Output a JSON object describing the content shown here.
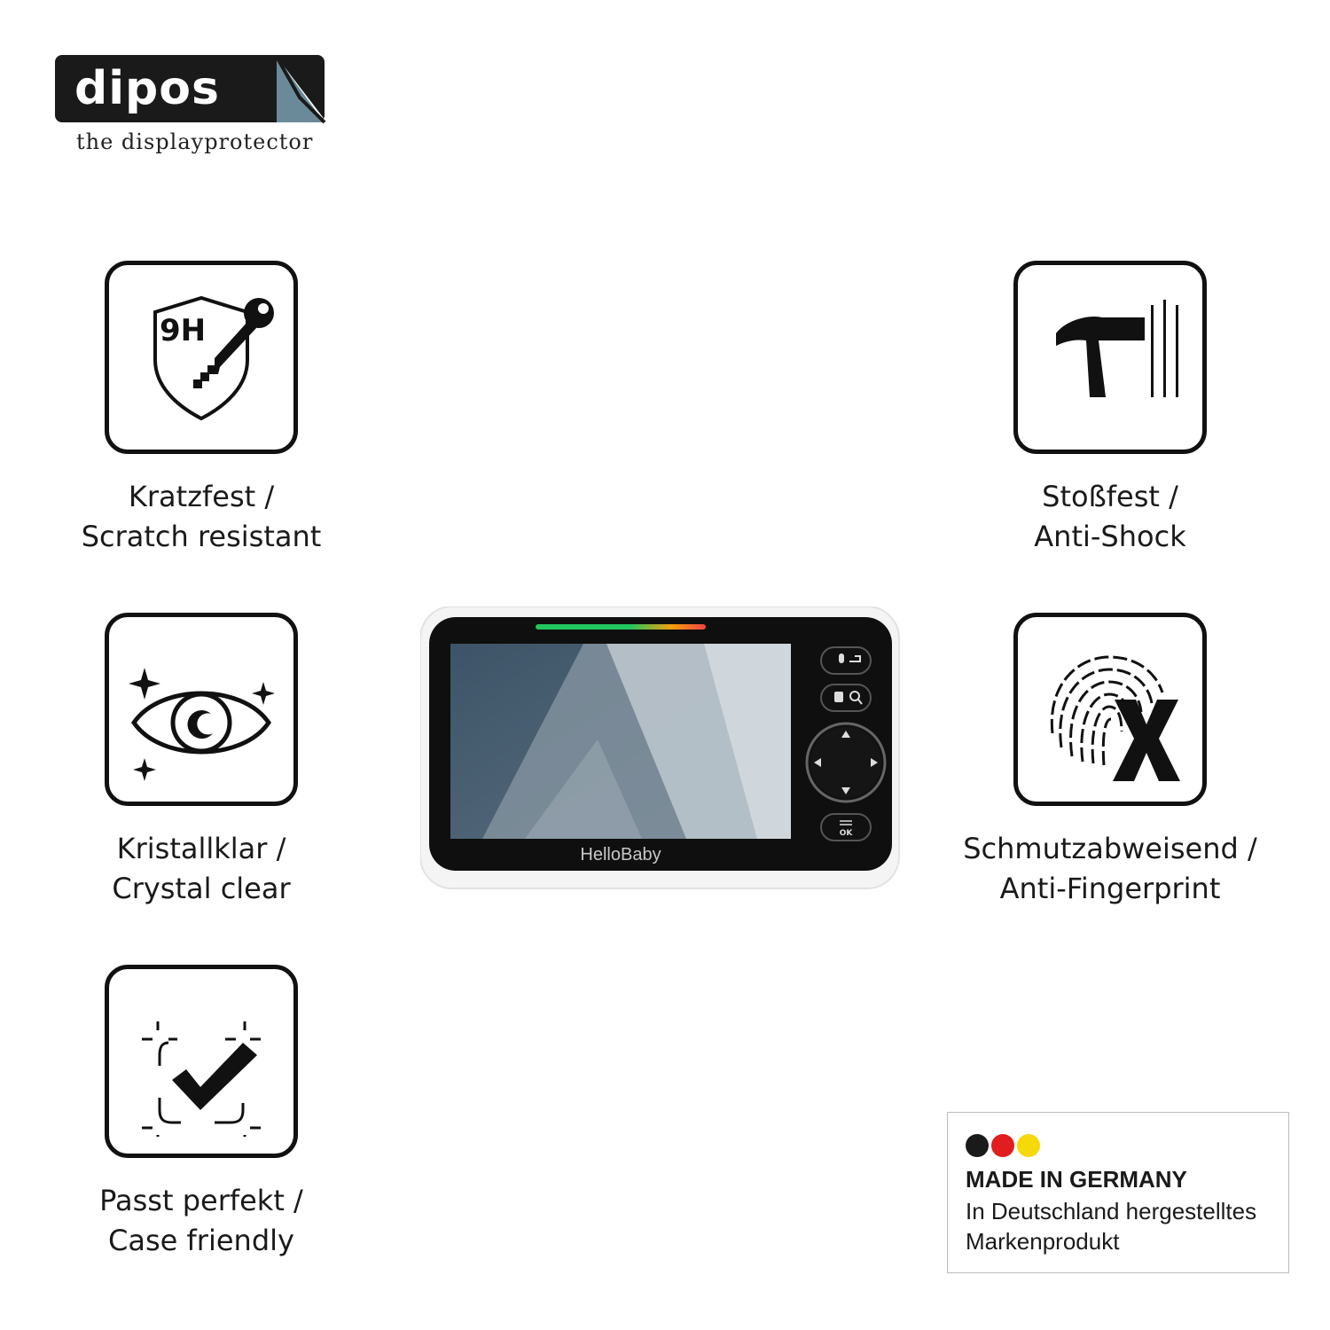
{
  "brand": {
    "name": "dipos",
    "tagline": "the displayprotector"
  },
  "features": [
    {
      "line1": "Kratzfest /",
      "line2": "Scratch resistant",
      "icon": "shield-key-icon",
      "icon_text": "9H"
    },
    {
      "line1": "Stoßfest /",
      "line2": "Anti-Shock",
      "icon": "hammer-icon"
    },
    {
      "line1": "Kristallklar /",
      "line2": "Crystal clear",
      "icon": "eye-sparkle-icon"
    },
    {
      "line1": "Schmutzabweisend /",
      "line2": "Anti-Fingerprint",
      "icon": "fingerprint-x-icon",
      "icon_text": "X"
    },
    {
      "line1": "Passt perfekt /",
      "line2": "Case friendly",
      "icon": "frame-check-icon"
    }
  ],
  "device": {
    "brand_label": "HelloBaby",
    "ok_label": "OK",
    "status_bar_colors": [
      "#22c55e",
      "#f59e0b",
      "#ef4444"
    ]
  },
  "badge": {
    "title": "MADE IN GERMANY",
    "subtitle": "In Deutschland hergestelltes Markenprodukt",
    "flag_colors": [
      "#1a1a1a",
      "#e11d1d",
      "#f5d90a"
    ]
  }
}
